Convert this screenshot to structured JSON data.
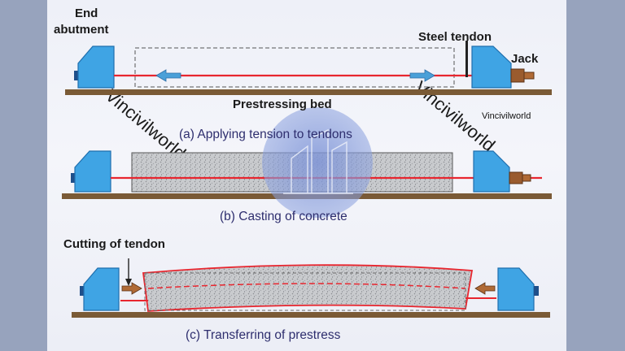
{
  "labels": {
    "end_abutment_line1": "End",
    "end_abutment_line2": "abutment",
    "steel_tendon": "Steel tendon",
    "jack": "Jack",
    "prestressing_bed": "Prestressing bed",
    "cutting_of_tendon": "Cutting of tendon"
  },
  "captions": {
    "a": "(a) Applying tension to tendons",
    "b": "(b) Casting of concrete",
    "c": "(c) Transferring of prestress"
  },
  "watermark": "Vincivilworld",
  "colors": {
    "abutment": "#3fa4e4",
    "abutment_dark": "#1f6fae",
    "tendon": "#e8262f",
    "bed": "#7a5a36",
    "concrete": "#c9cbce",
    "arrow": "#4aa0d8",
    "caption": "#2e2e6e",
    "page_bg": "#97a3bd"
  }
}
